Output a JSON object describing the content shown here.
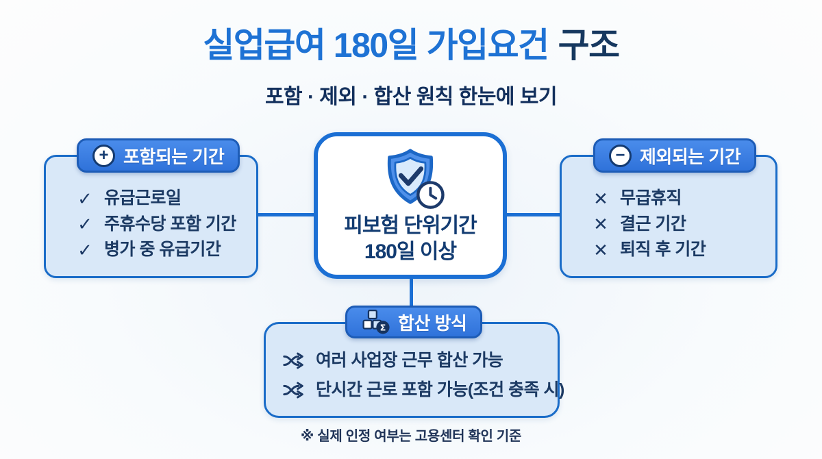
{
  "title": {
    "highlight": "실업급여 180일 가입요건",
    "rest": "구조"
  },
  "subtitle": "포함 · 제외 · 합산 원칙 한눈에 보기",
  "glyphs": {
    "plus": "+",
    "minus": "−",
    "check": "✓",
    "cross": "✕"
  },
  "include_box": {
    "header": "포함되는 기간",
    "items": [
      "유급근로일",
      "주휴수당 포함 기간",
      "병가 중 유급기간"
    ]
  },
  "exclude_box": {
    "header": "제외되는 기간",
    "items": [
      "무급휴직",
      "결근 기간",
      "퇴직 후 기간"
    ]
  },
  "center_box": {
    "line1": "피보험 단위기간",
    "line2": "180일 이상"
  },
  "sum_box": {
    "header": "합산 방식",
    "items": [
      "여러 사업장 근무 합산 가능",
      "단시간 근로 포함 가능(조건 충족 시)"
    ]
  },
  "footnote": "※ 실제 인정 여부는 고용센터 확인 기준",
  "icons": {
    "center": "shield-check-clock",
    "include": "plus-circle",
    "exclude": "minus-circle",
    "sum_header": "stacked-cubes-sigma",
    "sum_items": "shuffle-arrows"
  },
  "colors": {
    "title_blue": "#1e72d4",
    "navy": "#16385f",
    "box_fill": "#d9e8f8",
    "box_border": "#1a6cc8",
    "pill_fill": "#3d7fe2",
    "pill_border": "#1d5cb6",
    "center_border": "#1b6fd4",
    "item_text": "#1c3a63",
    "background": "#f6f9fc"
  }
}
